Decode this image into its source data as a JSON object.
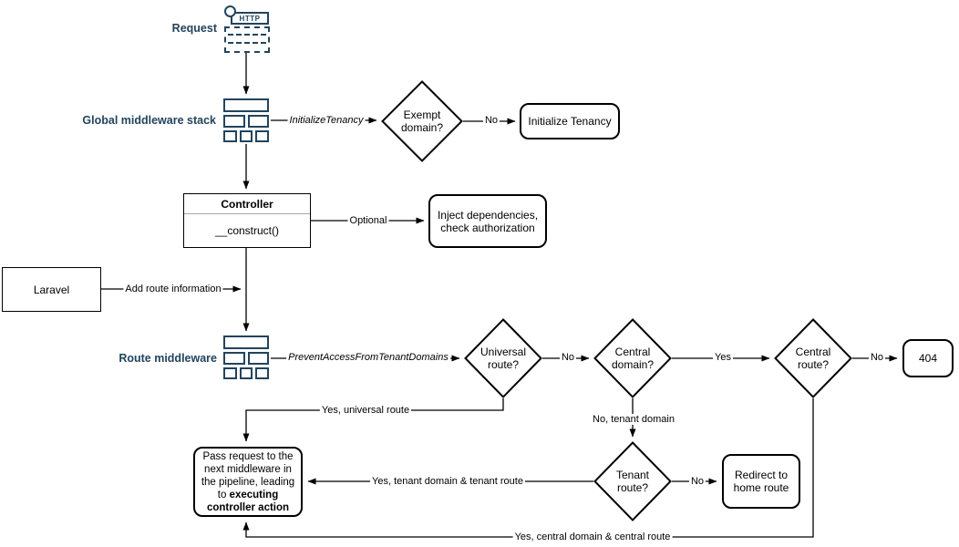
{
  "colors": {
    "accent_navy": "#23445D",
    "line": "#000000",
    "background": "#ffffff"
  },
  "section_labels": {
    "request": "Request",
    "global_middleware": "Global middleware stack",
    "route_middleware": "Route middleware"
  },
  "icons": {
    "http_badge": "HTTP",
    "request_icon": "http-request-icon",
    "middleware_stack_icon": "middleware-stack-icon"
  },
  "nodes": {
    "exempt_domain": "Exempt domain?",
    "initialize_tenancy": "Initialize Tenancy",
    "controller_title": "Controller",
    "controller_method": "__construct()",
    "inject_dependencies": "Inject dependencies, check authorization",
    "laravel": "Laravel",
    "universal_route": "Universal route?",
    "central_domain": "Central domain?",
    "central_route": "Central route?",
    "not_found": "404",
    "tenant_route": "Tenant route?",
    "redirect_home": "Redirect to home route",
    "pass_request_prefix": "Pass request to the next middleware in the pipeline, leading to ",
    "pass_request_bold": "executing controller action"
  },
  "edge_labels": {
    "initialize_tenancy_middleware": "InitializeTenancy",
    "exempt_no": "No",
    "optional": "Optional",
    "add_route_information": "Add route information",
    "prevent_access_middleware": "PreventAccessFromTenantDomains",
    "universal_no": "No",
    "central_domain_yes": "Yes",
    "central_route_no": "No",
    "yes_universal_route": "Yes, universal route",
    "no_tenant_domain": "No, tenant domain",
    "tenant_route_no": "No",
    "yes_tenant_domain_route": "Yes, tenant domain & tenant route",
    "yes_central_domain_route": "Yes, central domain & central route"
  }
}
